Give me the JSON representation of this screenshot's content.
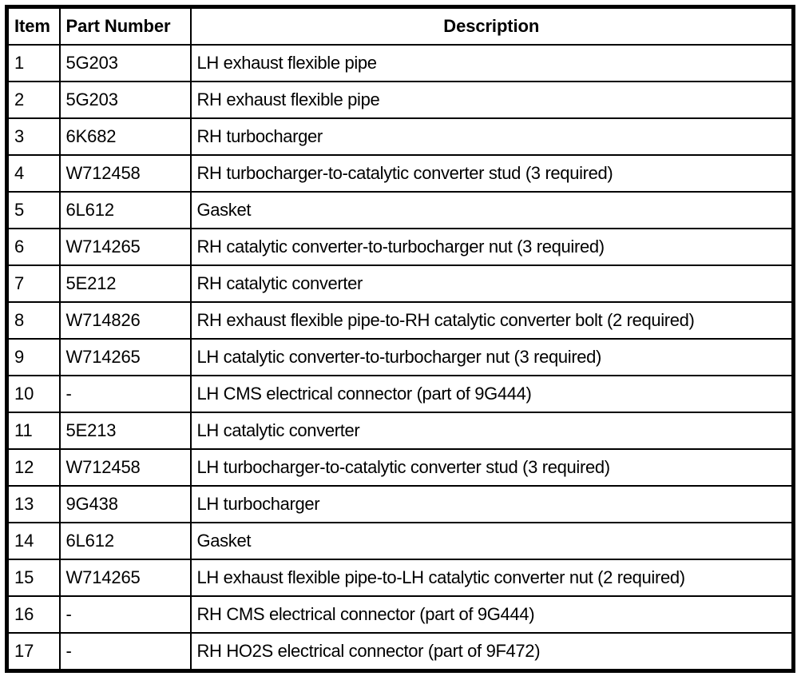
{
  "table": {
    "columns": [
      {
        "key": "item",
        "label": "Item",
        "align": "left"
      },
      {
        "key": "part_number",
        "label": "Part Number",
        "align": "left"
      },
      {
        "key": "description",
        "label": "Description",
        "align": "center"
      }
    ],
    "rows": [
      {
        "item": "1",
        "part_number": "5G203",
        "description": "LH exhaust flexible pipe"
      },
      {
        "item": "2",
        "part_number": "5G203",
        "description": "RH exhaust flexible pipe"
      },
      {
        "item": "3",
        "part_number": "6K682",
        "description": "RH turbocharger"
      },
      {
        "item": "4",
        "part_number": "W712458",
        "description": "RH turbocharger-to-catalytic converter stud (3 required)"
      },
      {
        "item": "5",
        "part_number": "6L612",
        "description": "Gasket"
      },
      {
        "item": "6",
        "part_number": "W714265",
        "description": "RH catalytic converter-to-turbocharger nut (3 required)"
      },
      {
        "item": "7",
        "part_number": "5E212",
        "description": "RH catalytic converter"
      },
      {
        "item": "8",
        "part_number": "W714826",
        "description": "RH exhaust flexible pipe-to-RH catalytic converter bolt (2 required)"
      },
      {
        "item": "9",
        "part_number": "W714265",
        "description": "LH catalytic converter-to-turbocharger nut (3 required)"
      },
      {
        "item": "10",
        "part_number": "-",
        "description": "LH CMS electrical connector (part of 9G444)"
      },
      {
        "item": "11",
        "part_number": "5E213",
        "description": "LH catalytic converter"
      },
      {
        "item": "12",
        "part_number": "W712458",
        "description": "LH turbocharger-to-catalytic converter stud (3 required)"
      },
      {
        "item": "13",
        "part_number": "9G438",
        "description": "LH turbocharger"
      },
      {
        "item": "14",
        "part_number": "6L612",
        "description": "Gasket"
      },
      {
        "item": "15",
        "part_number": "W714265",
        "description": "LH exhaust flexible pipe-to-LH catalytic converter nut (2 required)"
      },
      {
        "item": "16",
        "part_number": "-",
        "description": "RH CMS electrical connector (part of 9G444)"
      },
      {
        "item": "17",
        "part_number": "-",
        "description": "RH HO2S electrical connector (part of 9F472)"
      }
    ]
  },
  "colors": {
    "border": "#000000",
    "text": "#000000",
    "background": "#ffffff"
  }
}
